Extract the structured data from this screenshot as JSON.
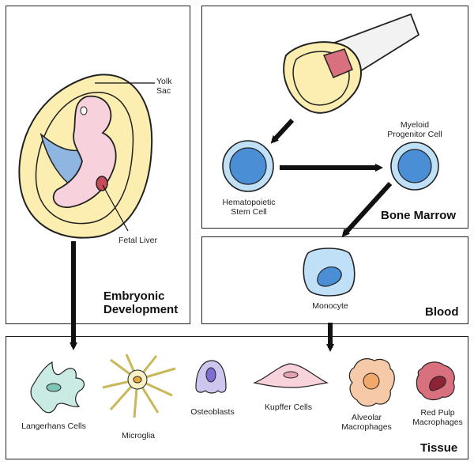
{
  "panels": {
    "embryonic": {
      "title_line1": "Embryonic",
      "title_line2": "Development"
    },
    "bone_marrow": {
      "title": "Bone Marrow"
    },
    "blood": {
      "title": "Blood"
    },
    "tissue": {
      "title": "Tissue"
    }
  },
  "labels": {
    "yolk_sac_1": "Yolk",
    "yolk_sac_2": "Sac",
    "fetal_liver": "Fetal Liver",
    "hsc_1": "Hematopoietic",
    "hsc_2": "Stem Cell",
    "myeloid_1": "Myeloid",
    "myeloid_2": "Progenitor Cell",
    "monocyte": "Monocyte"
  },
  "tissue_cells": [
    {
      "line1": "Langerhans Cells",
      "line2": ""
    },
    {
      "line1": "Microglia",
      "line2": ""
    },
    {
      "line1": "Osteoblasts",
      "line2": ""
    },
    {
      "line1": "Kupffer Cells",
      "line2": ""
    },
    {
      "line1": "Alveolar",
      "line2": "Macrophages"
    },
    {
      "line1": "Red Pulp",
      "line2": "Macrophages"
    }
  ],
  "colors": {
    "yolk": "#fbeeb0",
    "embryo": "#f7d2dc",
    "vessel": "#8fb6e0",
    "liver": "#c94a5b",
    "cell_outer": "#bfe0f6",
    "cell_nucleus": "#4a8fd6",
    "langerhans": "#c9ebe4",
    "microglia": "#f8f1c8",
    "osteoblast": "#cfc6ef",
    "kupffer": "#f8d3dc",
    "alveolar": "#f6c9a8",
    "red_pulp": "#d9707e"
  }
}
